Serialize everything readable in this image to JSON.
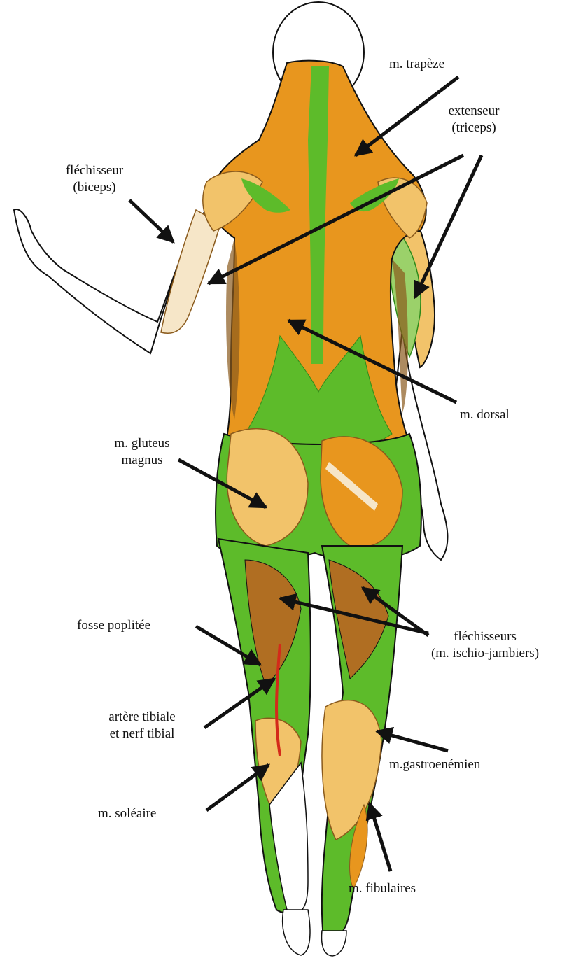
{
  "labels": {
    "trapeze": "m. trapèze",
    "triceps_1": "extenseur",
    "triceps_2": "(triceps)",
    "biceps_1": "fléchisseur",
    "biceps_2": "(biceps)",
    "dorsal": "m. dorsal",
    "gluteus_1": "m. gluteus",
    "gluteus_2": "magnus",
    "poplitee": "fosse poplitée",
    "flechisseurs_1": "fléchisseurs",
    "flechisseurs_2": "(m. ischio-jambiers)",
    "artere_1": "artère tibiale",
    "artere_2": "et nerf tibial",
    "gastro": "m.gastroenémien",
    "soleaire": "m. soléaire",
    "fibulaires": "m. fibulaires"
  },
  "colors": {
    "muscle_orange": "#e8961e",
    "muscle_light": "#f2c36a",
    "tendon_green": "#5dbb2a",
    "dark_green": "#2e8a1a",
    "shadow_brown": "#8a5a1c",
    "artery_red": "#d42a1a",
    "nerf_blue": "#5a52c4",
    "outline": "#111111"
  }
}
